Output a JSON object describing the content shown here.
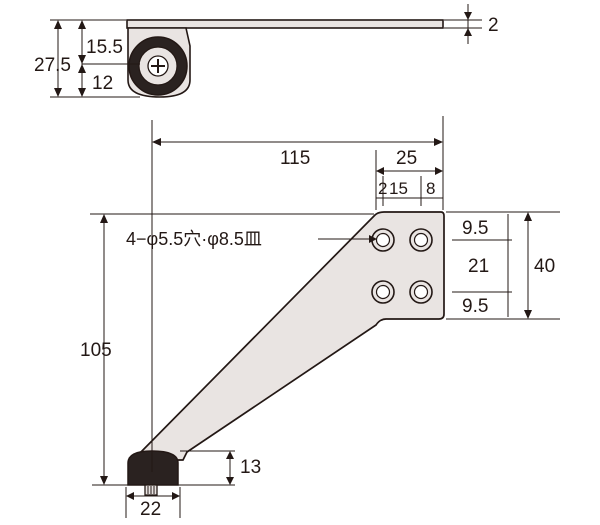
{
  "colors": {
    "ink": "#231815",
    "body": "#e9e4e2",
    "dark": "#2a2220",
    "paper": "#ffffff"
  },
  "side_view": {
    "plate_thickness": "2",
    "total_height": "27.5",
    "upper_height": "15.5",
    "lower_height": "12",
    "screw_icon": "phillips-screw-head"
  },
  "main_view": {
    "length_overall": "115",
    "plate_width": "25",
    "hole_offset_edge": "2",
    "hole_pitch": "15",
    "hole_offset_right": "8",
    "hole_spec": "4−φ5.5穴·φ8.5皿",
    "top_margin": "9.5",
    "hole_vertical_pitch": "21",
    "bottom_margin": "9.5",
    "plate_height": "40",
    "height_overall": "105",
    "caster_height": "13",
    "caster_diameter": "22"
  }
}
